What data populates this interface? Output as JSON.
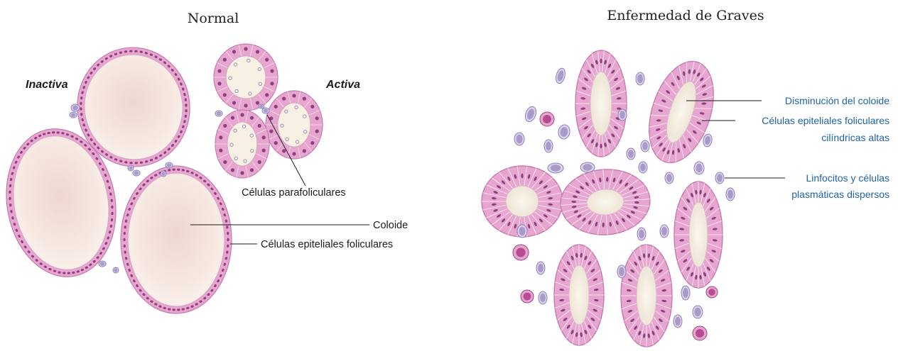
{
  "normal": {
    "title": "Normal",
    "label_inactive": "Inactiva",
    "label_active": "Activa",
    "callouts": {
      "parafollicular": "Células parafoliculares",
      "colloid": "Coloide",
      "follicular_epithelial": "Células epiteliales foliculares"
    }
  },
  "graves": {
    "title": "Enfermedad de Graves",
    "callouts": {
      "colloid_decrease": "Disminución del coloide",
      "tall_cells_line1": "Células epiteliales foliculares",
      "tall_cells_line2": "cilíndricas altas",
      "lymph_line1": "Linfocitos y células",
      "lymph_line2": "plasmáticas dispersos"
    }
  },
  "colors": {
    "wall": "#e6a6cf",
    "wall_dark": "#c77ab0",
    "nucleus": "#8e3f7e",
    "colloid": "#f4e4dc",
    "colloid_pale": "#f7f1e4",
    "lymphocyte": "#a99ac9",
    "plasma_cell": "#b84c93",
    "callout_blue": "#1f64a8"
  }
}
